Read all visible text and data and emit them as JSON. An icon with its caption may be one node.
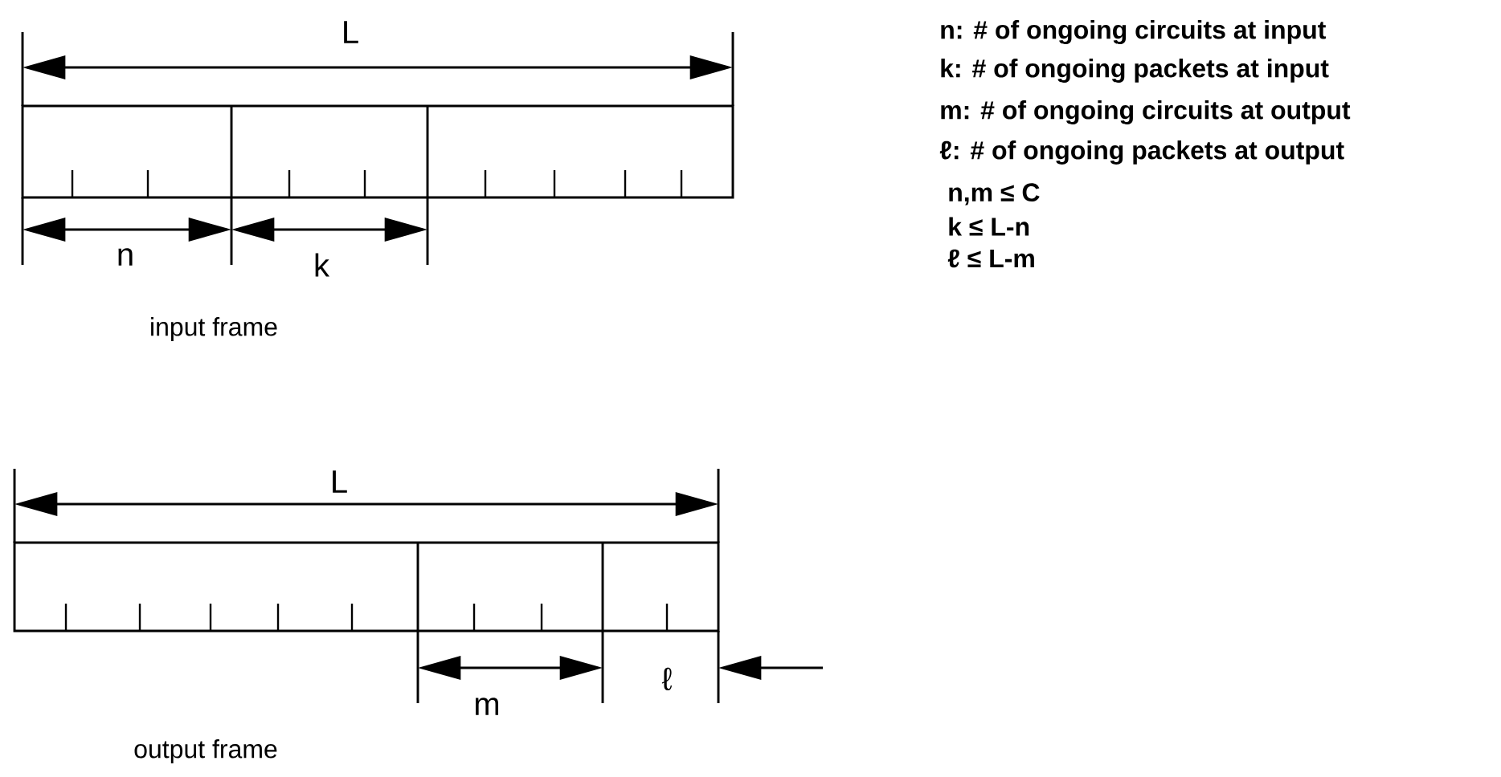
{
  "diagram": {
    "nodes": [
      {
        "text": [
          "input frame"
        ]
      },
      {
        "text": [
          "output frame"
        ]
      }
    ],
    "labels": [
      "L",
      "n",
      "k",
      "L",
      "m",
      "ℓ",
      "n: # of ongoing circuits at input",
      "k: # of ongoing packets at input",
      "m: # of ongoing circuits at output",
      "ℓ: # of ongoing packets at output",
      "n,m ≤ C",
      "k ≤ L-n",
      "ℓ ≤ L-m"
    ]
  }
}
